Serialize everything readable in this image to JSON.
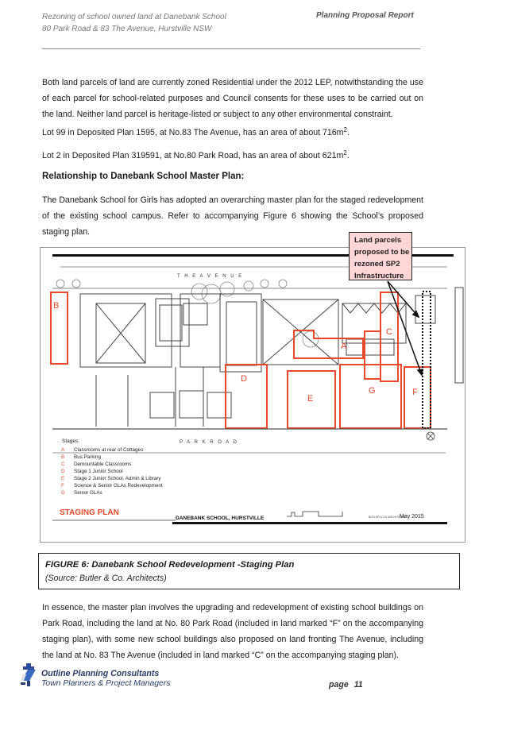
{
  "header": {
    "left_line1": "Rezoning of school owned land at Danebank School",
    "left_line2": "80 Park Road & 83 The Avenue, Hurstville NSW",
    "right": "Planning Proposal Report"
  },
  "body": {
    "para1": "Both land parcels of land are currently zoned Residential under the 2012 LEP, notwithstanding the use of each parcel for school-related purposes and Council consents for these uses to be carried out on the land. Neither land parcel is heritage-listed or subject to any other environmental constraint.",
    "lot99": "Lot 99 in Deposited Plan 1595, at No.83 The Avenue, has an area of about 716m",
    "lot2": "Lot 2 in Deposited Plan 319591, at No.80 Park Road, has an area of about 621m",
    "superscript": "2",
    "period": ".",
    "heading": "Relationship to Danebank School Master Plan:",
    "para2": "The Danebank School for Girls has adopted an overarching master plan for the staged redevelopment of the existing school campus. Refer to accompanying Figure 6 showing the School’s proposed staging plan.",
    "para3": "In essence, the master plan involves the upgrading and redevelopment of existing school buildings on Park Road, including the land at No. 80 Park Road (included in land marked “F” on the accompanying staging plan), with some new school buildings also proposed on land fronting The Avenue, including the land at No. 83 The Avenue (included in land marked “C” on the accompanying staging plan)."
  },
  "callout": {
    "lines": [
      "Land parcels",
      "proposed to be",
      "rezoned SP2",
      "Infrastructure"
    ]
  },
  "figure": {
    "street_top": "T H E     A V E N U E",
    "street_bottom": "P A R K     R O A D",
    "stage_letters": [
      "A",
      "B",
      "C",
      "D",
      "E",
      "F",
      "G"
    ],
    "stages_title": "Stages:",
    "stages": [
      {
        "letter": "A",
        "label": "Classrooms at rear of Cottages"
      },
      {
        "letter": "B",
        "label": "Bus Parking"
      },
      {
        "letter": "C",
        "label": "Demountable Classrooms"
      },
      {
        "letter": "D",
        "label": "Stage 1 Junior School"
      },
      {
        "letter": "E",
        "label": "Stage 2 Junior School, Admin & Library"
      },
      {
        "letter": "F",
        "label": "Science & Senior GLAs Redevelopment"
      },
      {
        "letter": "G",
        "label": "Senior GLAs"
      }
    ],
    "plan_title": "STAGING PLAN",
    "school_name": "DANEBANK SCHOOL, HURSTVILLE",
    "architect": "BUTLER & CO ARCHITECTS",
    "date": "May 2015",
    "accent_color": "#e8492a"
  },
  "caption": {
    "title": "FIGURE 6:  Danebank School Redevelopment -Staging Plan",
    "source": "(Source: Butler & Co. Architects)"
  },
  "footer": {
    "company": "Outline Planning Consultants",
    "tagline": "Town Planners & Project Managers",
    "page_label": "page",
    "page_number": "11"
  }
}
